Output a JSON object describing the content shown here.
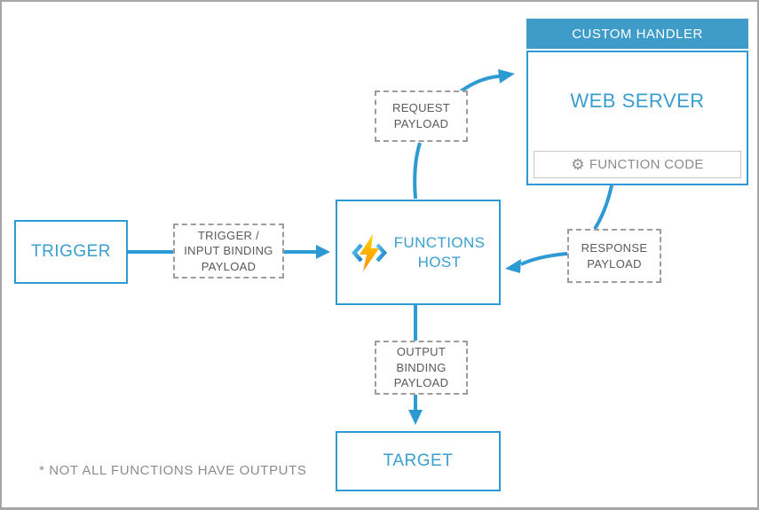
{
  "colors": {
    "blue": "#2e9ad3",
    "text_blue": "#3a9ecf",
    "header_fill": "#3f9cc8",
    "dash_gray": "#9d9d9d",
    "dark_gray": "#595959",
    "muted_gray": "#8c8c8c",
    "light_gray": "#c9c9c9",
    "bolt_yellow": "#ffd400",
    "bolt_orange": "#ff8c00",
    "bracket_light_blue": "#5bc4ee",
    "bracket_dark_blue": "#1b7fc4"
  },
  "nodes": {
    "trigger": {
      "label": "TRIGGER"
    },
    "trigger_payload": {
      "lines": [
        "TRIGGER /",
        "INPUT BINDING",
        "PAYLOAD"
      ]
    },
    "functions_host": {
      "lines": [
        "FUNCTIONS",
        "HOST"
      ]
    },
    "request_payload": {
      "lines": [
        "REQUEST",
        "PAYLOAD"
      ]
    },
    "custom_handler": {
      "header": "CUSTOM HANDLER",
      "title": "WEB SERVER",
      "function_code_label": "FUNCTION CODE"
    },
    "response_payload": {
      "lines": [
        "RESPONSE",
        "PAYLOAD"
      ]
    },
    "output_binding_payload": {
      "lines": [
        "OUTPUT",
        "BINDING",
        "PAYLOAD"
      ]
    },
    "target": {
      "label": "TARGET"
    }
  },
  "footnote": "* NOT ALL FUNCTIONS HAVE OUTPUTS",
  "icons": {
    "gear": "⚙"
  }
}
